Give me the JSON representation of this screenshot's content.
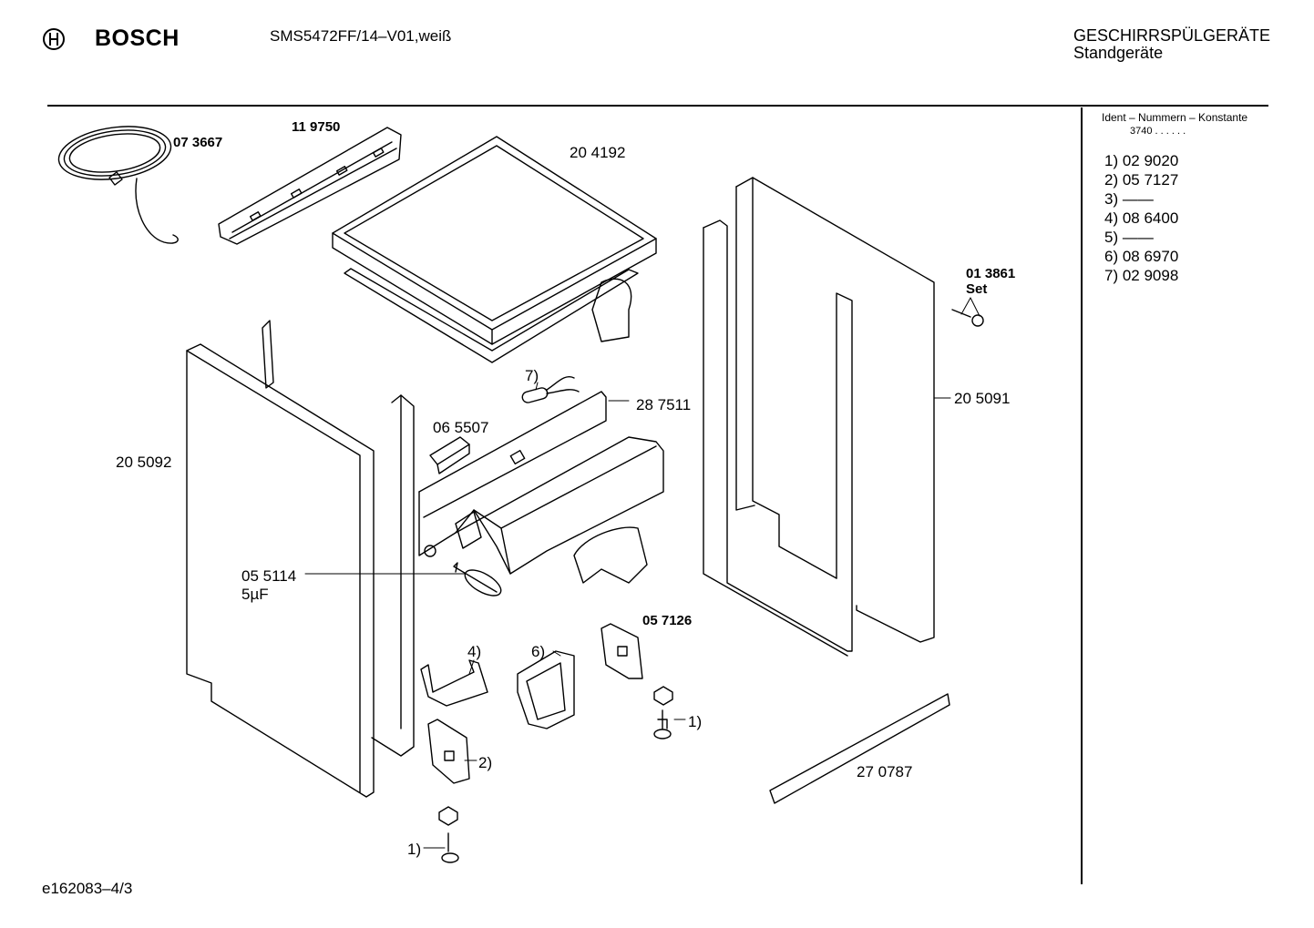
{
  "header": {
    "brand": "BOSCH",
    "model": "SMS5472FF/14–V01,weiß",
    "category": "GESCHIRRSPÜLGERÄTE",
    "subcategory": "Standgeräte"
  },
  "ident": {
    "heading": "Ident – Nummern – Konstante",
    "constant": "3740 . . . . . .",
    "items": [
      {
        "label": "1) 02 9020"
      },
      {
        "label": "2) 05 7127"
      },
      {
        "label": "3) ——"
      },
      {
        "label": "4) 08 6400"
      },
      {
        "label": "5) ——"
      },
      {
        "label": "6) 08 6970"
      },
      {
        "label": "7) 02 9098"
      }
    ]
  },
  "parts": {
    "p073667": "07 3667",
    "p119750": "11 9750",
    "p204192": "20 4192",
    "p013861": "01 3861",
    "p013861_set": "Set",
    "p287511": "28 7511",
    "p205091": "20 5091",
    "p065507": "06 5507",
    "p205092": "20 5092",
    "p055114": "05 5114",
    "p055114_cap": "5µF",
    "p057126": "05 7126",
    "p270787": "27 0787",
    "ref7": "7)",
    "ref4": "4)",
    "ref6": "6)",
    "ref2": "2)",
    "ref1a": "1)",
    "ref1b": "1)"
  },
  "footer": {
    "code": "e162083–4/3"
  }
}
